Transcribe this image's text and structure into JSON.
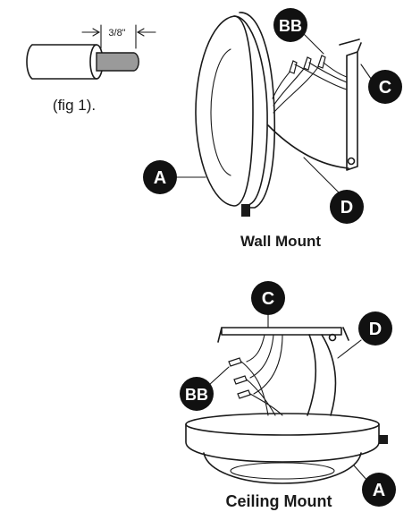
{
  "figure": {
    "dimension_text": "3/8\"",
    "fig_caption": "(fig 1)."
  },
  "wall_mount": {
    "title": "Wall Mount",
    "labels": {
      "a": "A",
      "bb": "BB",
      "c": "C",
      "d": "D"
    }
  },
  "ceiling_mount": {
    "title": "Ceiling Mount",
    "labels": {
      "a": "A",
      "bb": "BB",
      "c": "C",
      "d": "D"
    }
  },
  "colors": {
    "ink": "#1a1a1a",
    "badge_fill": "#111111",
    "badge_text": "#ffffff",
    "wire_end": "#9a9a9a"
  }
}
